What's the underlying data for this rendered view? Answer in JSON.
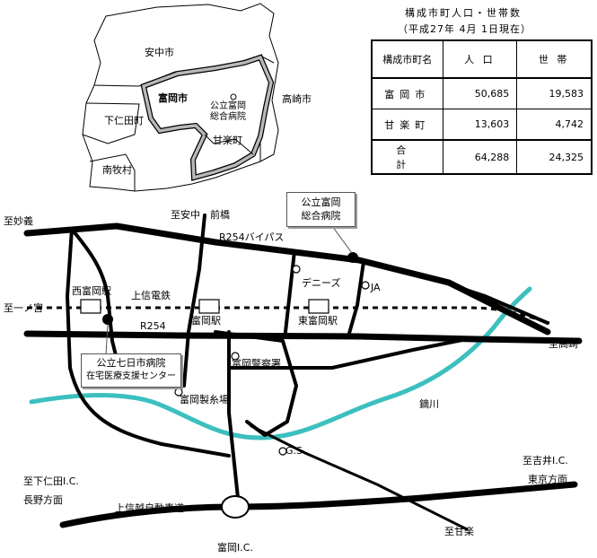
{
  "inset_map": {
    "regions": {
      "annaka": "安中市",
      "tomioka": "富岡市",
      "takasaki": "高崎市",
      "shimonita": "下仁田町",
      "kanra": "甘楽町",
      "nanmoku": "南牧村",
      "hospital": "公立富岡総合病院"
    }
  },
  "population_table": {
    "title": "構成市町人口・世帯数",
    "date": "（平成27年 4月 1日現在）",
    "headers": [
      "構成市町名",
      "人 口",
      "世 帯"
    ],
    "rows": [
      {
        "name": "富岡市",
        "population": "50,685",
        "households": "19,583"
      },
      {
        "name": "甘楽町",
        "population": "13,603",
        "households": "4,742"
      }
    ],
    "total": {
      "name": "合 計",
      "population": "64,288",
      "households": "24,325"
    }
  },
  "map": {
    "labels": {
      "to_myogi": "至妙義",
      "to_annaka_maebashi": "至安中・前橋",
      "r254_bypass": "R254バイパス",
      "jyoshin_railway": "上信電鉄",
      "r254": "R254",
      "to_ichinomiya": "至一ノ宮",
      "nishi_tomioka_st": "西富岡駅",
      "tomioka_st": "富岡駅",
      "higashi_tomioka_st": "東富岡駅",
      "dennys": "デニーズ",
      "ja": "JA",
      "to_takasaki": "至高崎",
      "police": "富岡警察署",
      "silk_mill": "富岡製糸場",
      "kabura_river": "鏑川",
      "gs": "G.S.",
      "to_shimonita_ic": "至下仁田I.C.",
      "nagano_dir": "長野方面",
      "to_yoshii_ic": "至吉井I.C.",
      "tokyo_dir": "東京方面",
      "expressway": "上信越自動車道",
      "to_kanra": "至甘楽",
      "tomioka_ic": "富岡I.C."
    },
    "callouts": {
      "hospital_main": [
        "公立富岡",
        "総合病院"
      ],
      "hospital_nanokaichi": [
        "公立七日市病院",
        "在宅医療支援センター"
      ]
    },
    "colors": {
      "road": "#000000",
      "river": "#3cbfbf",
      "tomioka_boundary_fill": "#b8b8b8"
    }
  }
}
